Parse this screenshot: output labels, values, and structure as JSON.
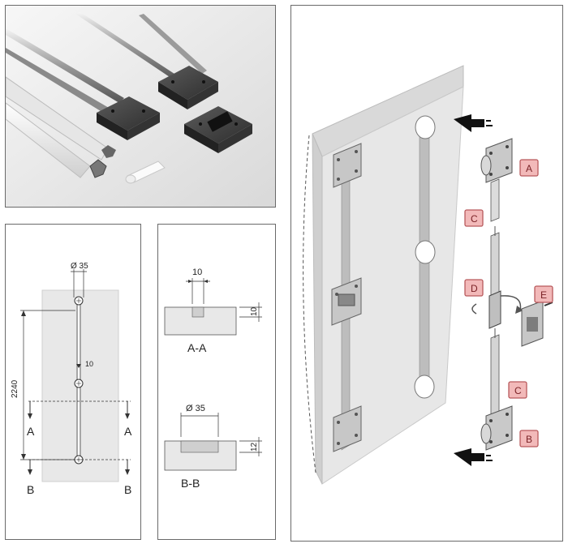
{
  "photo": {
    "icons": [
      "rod-icon",
      "plate-icon",
      "profile-icon",
      "plug-icon"
    ]
  },
  "elevation": {
    "dia_label": "Ø 35",
    "height_label": "2240",
    "gap_label": "10",
    "sectionA_left": "A",
    "sectionA_right": "A",
    "sectionB_left": "B",
    "sectionB_right": "B"
  },
  "sections": {
    "aa_width_label": "10",
    "aa_depth_label": "10",
    "aa_caption": "A-A",
    "bb_width_label": "Ø 35",
    "bb_depth_label": "12",
    "bb_caption": "B-B"
  },
  "assembly": {
    "parts": [
      {
        "letter": "A"
      },
      {
        "letter": "C"
      },
      {
        "letter": "D"
      },
      {
        "letter": "E"
      },
      {
        "letter": "C"
      },
      {
        "letter": "B"
      }
    ],
    "colors": {
      "tag_fill": "#f2b9b9",
      "tag_stroke": "#b8595c",
      "panel_fill": "#e9e9e9"
    }
  }
}
